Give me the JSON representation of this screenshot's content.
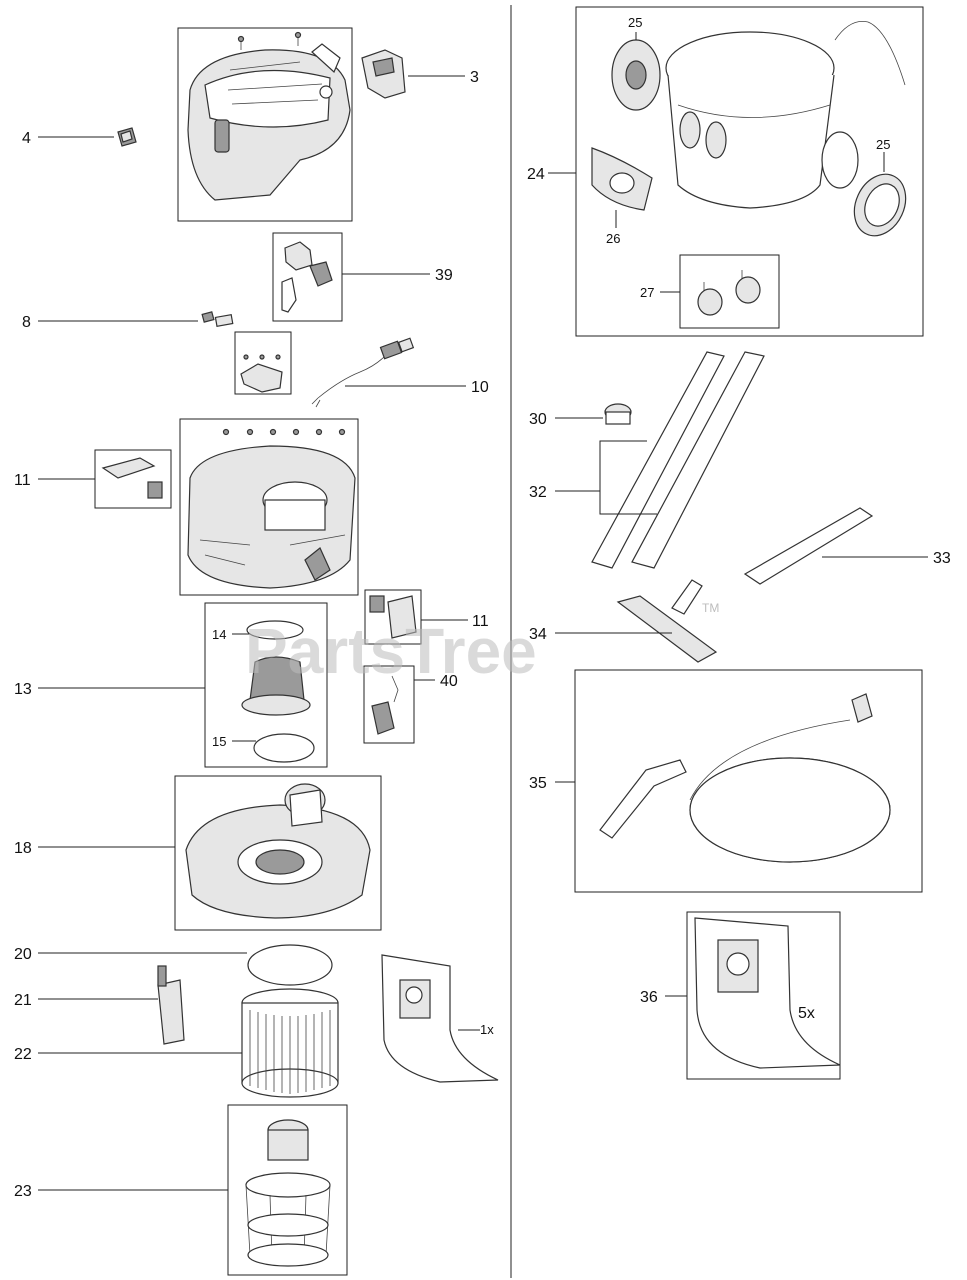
{
  "watermark": {
    "text": "PartsTree",
    "tm": "TM"
  },
  "callouts": {
    "c3": "3",
    "c4": "4",
    "c8": "8",
    "c10": "10",
    "c11a": "11",
    "c11b": "11",
    "c13": "13",
    "c14": "14",
    "c15": "15",
    "c18": "18",
    "c20": "20",
    "c21": "21",
    "c22": "22",
    "c23": "23",
    "c24": "24",
    "c25a": "25",
    "c25b": "25",
    "c26": "26",
    "c27": "27",
    "c30": "30",
    "c32": "32",
    "c33": "33",
    "c34": "34",
    "c35": "35",
    "c36": "36",
    "c39": "39",
    "c40": "40"
  },
  "quantities": {
    "bag_single": "1x",
    "bag_pack": "5x"
  }
}
